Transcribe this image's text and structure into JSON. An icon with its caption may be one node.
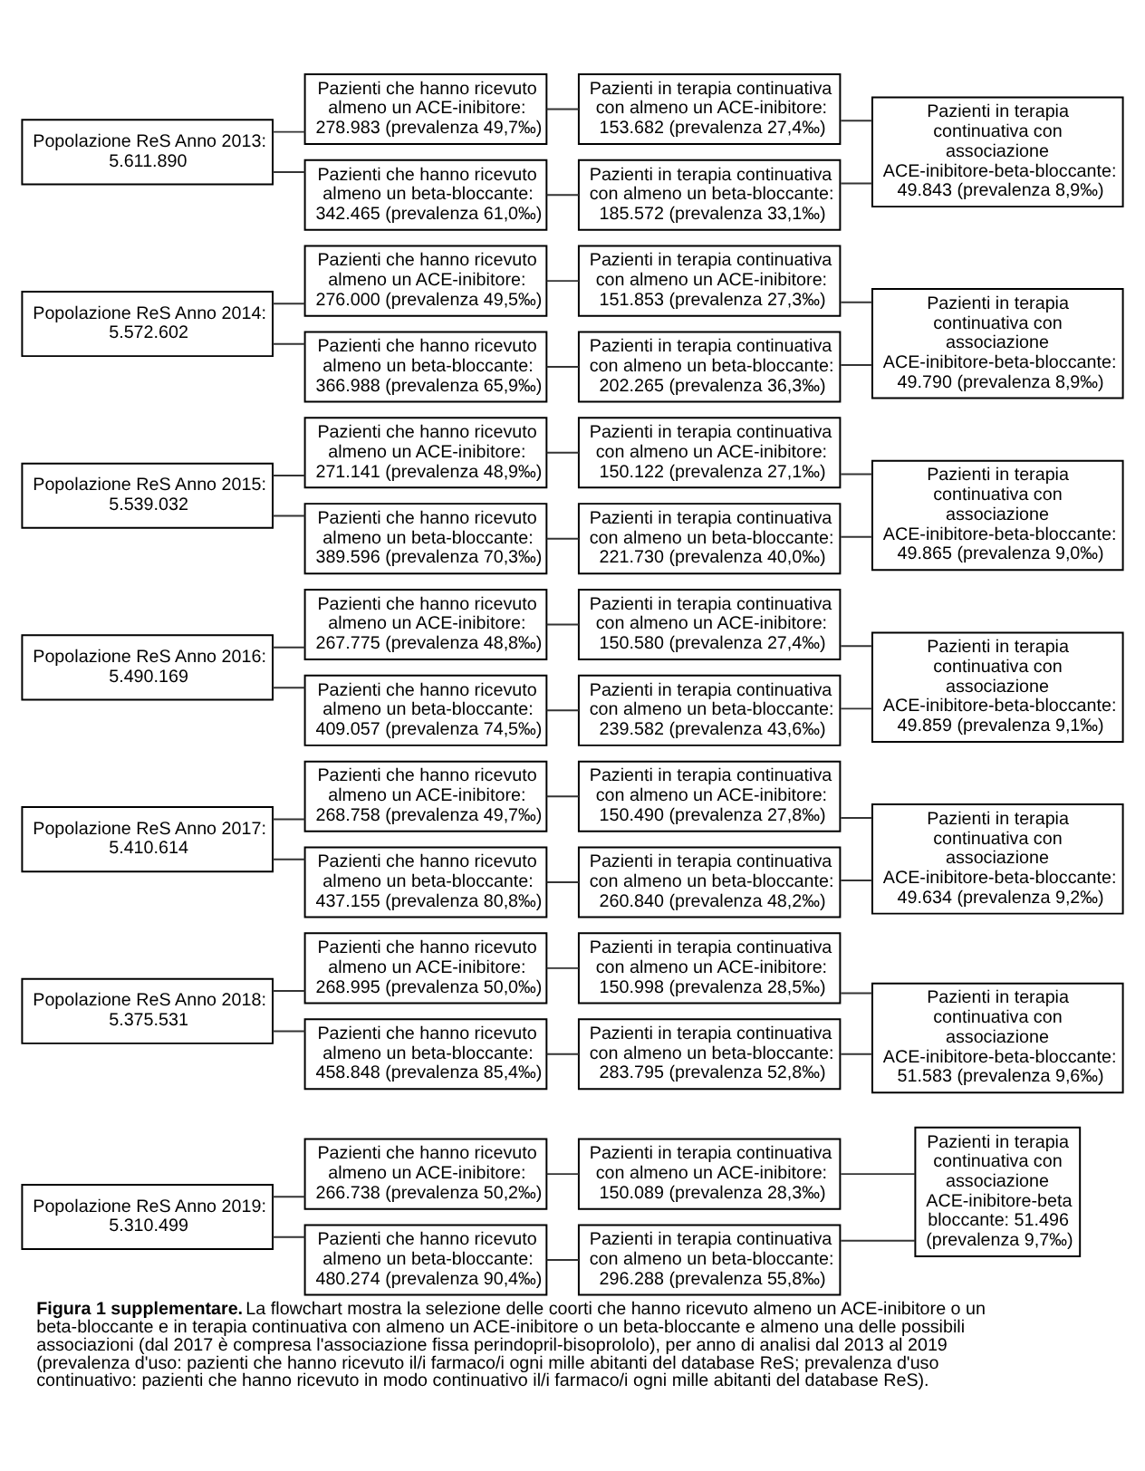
{
  "diagram": {
    "caption": "**Figura 1 supplementare.** La flowchart mostra la selezione delle coorti che hanno ricevuto almeno un ACE-inibitore o un beta-bloccante e in terapia continuativa con almeno un ACE-inibitore o un beta-bloccante e almeno una delle possibili associazioni (dal 2017 è compresa l'associazione fissa perindopril-bisoprololo), per anno di analisi dal 2013 al 2019 (prevalenza d'uso: pazienti che hanno ricevuto il/i farmaco/i ogni mille abitanti del database ReS; prevalenza d'uso continuativo: pazienti che hanno ricevuto in modo continuativo il/i farmaco/i ogni mille abitanti del database ReS).",
    "nodes": [
      {
        "text": [
          "Popolazione ReS Anno 2013: 5.611.890"
        ]
      },
      {
        "text": [
          "Pazienti che hanno ricevuto almeno un ACE-inibitore: 278.983 (prevalenza 49,7‰)"
        ]
      },
      {
        "text": [
          "Pazienti in terapia continuativa con almeno un ACE-inibitore: 153.682 (prevalenza 27,4‰)"
        ]
      },
      {
        "text": [
          "Pazienti in terapia continuativa con associazione ACE-inibitore-beta-bloccante: 49.843 (prevalenza 8,9‰)"
        ]
      },
      {
        "text": [
          "Pazienti che hanno ricevuto almeno un beta-bloccante: 342.465 (prevalenza 61,0‰)"
        ]
      },
      {
        "text": [
          "Pazienti in terapia continuativa con almeno un beta-bloccante: 185.572 (prevalenza 33,1‰)"
        ]
      },
      {
        "text": [
          "Popolazione ReS Anno 2014: 5.572.602"
        ]
      },
      {
        "text": [
          "Pazienti che hanno ricevuto almeno un ACE-inibitore: 276.000 (prevalenza 49,5‰)"
        ]
      },
      {
        "text": [
          "Pazienti in terapia continuativa con almeno un ACE-inibitore: 151.853 (prevalenza 27,3‰)"
        ]
      },
      {
        "text": [
          "Pazienti in terapia continuativa con associazione ACE-inibitore-beta-bloccante: 49.790 (prevalenza 8,9‰)"
        ]
      },
      {
        "text": [
          "Pazienti che hanno ricevuto almeno un beta-bloccante: 366.988 (prevalenza 65,9‰)"
        ]
      },
      {
        "text": [
          "Pazienti in terapia continuativa con almeno un beta-bloccante: 202.265 (prevalenza 36,3‰)"
        ]
      },
      {
        "text": [
          "Popolazione ReS Anno 2015: 5.539.032"
        ]
      },
      {
        "text": [
          "Pazienti che hanno ricevuto almeno un ACE-inibitore: 271.141 (prevalenza 48,9‰)"
        ]
      },
      {
        "text": [
          "Pazienti in terapia continuativa con almeno un ACE-inibitore: 150.122 (prevalenza 27,1‰)"
        ]
      },
      {
        "text": [
          "Pazienti in terapia continuativa con associazione ACE-inibitore-beta-bloccante: 49.865 (prevalenza 9,0‰)"
        ]
      },
      {
        "text": [
          "Pazienti che hanno ricevuto almeno un beta-bloccante: 389.596 (prevalenza 70,3‰)"
        ]
      },
      {
        "text": [
          "Pazienti in terapia continuativa con almeno un beta-bloccante: 221.730 (prevalenza 40,0‰)"
        ]
      },
      {
        "text": [
          "Popolazione ReS Anno 2016: 5.490.169"
        ]
      },
      {
        "text": [
          "Pazienti che hanno ricevuto almeno un ACE-inibitore: 267.775 (prevalenza 48,8‰)"
        ]
      },
      {
        "text": [
          "Pazienti in terapia continuativa con almeno un ACE-inibitore: 150.580 (prevalenza 27,4‰)"
        ]
      },
      {
        "text": [
          "Pazienti in terapia continuativa con associazione ACE-inibitore-beta-bloccante: 49.859 (prevalenza 9,1‰)"
        ]
      },
      {
        "text": [
          "Pazienti che hanno ricevuto almeno un beta-bloccante: 409.057 (prevalenza 74,5‰)"
        ]
      },
      {
        "text": [
          "Pazienti in terapia continuativa con almeno un beta-bloccante: 239.582 (prevalenza 43,6‰)"
        ]
      },
      {
        "text": [
          "Popolazione ReS Anno 2017: 5.410.614"
        ]
      },
      {
        "text": [
          "Pazienti che hanno ricevuto almeno un ACE-inibitore: 268.758 (prevalenza 49,7‰)"
        ]
      },
      {
        "text": [
          "Pazienti in terapia continuativa con almeno un ACE-inibitore: 150.490 (prevalenza 27,8‰)"
        ]
      },
      {
        "text": [
          "Pazienti in terapia continuativa con associazione ACE-inibitore-beta-bloccante: 49.634 (prevalenza 9,2‰)"
        ]
      },
      {
        "text": [
          "Pazienti che hanno ricevuto almeno un beta-bloccante: 437.155 (prevalenza 80,8‰)"
        ]
      },
      {
        "text": [
          "Pazienti in terapia continuativa con almeno un beta-bloccante: 260.840 (prevalenza 48,2‰)"
        ]
      },
      {
        "text": [
          "Popolazione ReS Anno 2018: 5.375.531"
        ]
      },
      {
        "text": [
          "Pazienti che hanno ricevuto almeno un ACE-inibitore: 268.995 (prevalenza 50,0‰)"
        ]
      },
      {
        "text": [
          "Pazienti in terapia continuativa con almeno un ACE-inibitore: 150.998 (prevalenza 28,5‰)"
        ]
      },
      {
        "text": [
          "Pazienti in terapia continuativa con associazione ACE-inibitore-beta-bloccante: 51.583 (prevalenza 9,6‰)"
        ]
      },
      {
        "text": [
          "Pazienti che hanno ricevuto almeno un beta-bloccante: 458.848 (prevalenza 85,4‰)"
        ]
      },
      {
        "text": [
          "Pazienti in terapia continuativa con almeno un beta-bloccante: 283.795 (prevalenza 52,8‰)"
        ]
      },
      {
        "text": [
          "Popolazione ReS Anno 2019: 5.310.499"
        ]
      },
      {
        "text": [
          "Pazienti che hanno ricevuto almeno un ACE-inibitore: 266.738 (prevalenza 50,2‰)"
        ]
      },
      {
        "text": [
          "Pazienti in terapia continuativa con almeno un ACE-inibitore: 150.089 (prevalenza 28,3‰)"
        ]
      },
      {
        "text": [
          "Pazienti in terapia continuativa con associazione ACE-inibitore-beta bloccante: 51.496 (prevalenza 9,7‰)"
        ]
      },
      {
        "text": [
          "Pazienti che hanno ricevuto almeno un beta-bloccante: 480.274 (prevalenza 90,4‰)"
        ]
      },
      {
        "text": [
          "Pazienti in terapia continuativa con almeno un beta-bloccante: 296.288 (prevalenza 55,8‰)"
        ]
      }
    ],
    "edges": [
      {
        "from": 0,
        "to": 1,
        "arrow": "none"
      },
      {
        "from": 0,
        "to": 4,
        "arrow": "none"
      },
      {
        "from": 1,
        "to": 2,
        "arrow": "none"
      },
      {
        "from": 4,
        "to": 5,
        "arrow": "none"
      },
      {
        "from": 2,
        "to": 3,
        "arrow": "none"
      },
      {
        "from": 5,
        "to": 3,
        "arrow": "none"
      },
      {
        "from": 6,
        "to": 7,
        "arrow": "none"
      },
      {
        "from": 6,
        "to": 10,
        "arrow": "none"
      },
      {
        "from": 7,
        "to": 8,
        "arrow": "none"
      },
      {
        "from": 10,
        "to": 11,
        "arrow": "none"
      },
      {
        "from": 8,
        "to": 9,
        "arrow": "none"
      },
      {
        "from": 11,
        "to": 9,
        "arrow": "none"
      },
      {
        "from": 12,
        "to": 13,
        "arrow": "none"
      },
      {
        "from": 12,
        "to": 16,
        "arrow": "none"
      },
      {
        "from": 13,
        "to": 14,
        "arrow": "none"
      },
      {
        "from": 16,
        "to": 17,
        "arrow": "none"
      },
      {
        "from": 14,
        "to": 15,
        "arrow": "none"
      },
      {
        "from": 17,
        "to": 15,
        "arrow": "none"
      },
      {
        "from": 18,
        "to": 19,
        "arrow": "none"
      },
      {
        "from": 18,
        "to": 22,
        "arrow": "none"
      },
      {
        "from": 19,
        "to": 20,
        "arrow": "none"
      },
      {
        "from": 22,
        "to": 23,
        "arrow": "none"
      },
      {
        "from": 20,
        "to": 21,
        "arrow": "none"
      },
      {
        "from": 23,
        "to": 21,
        "arrow": "none"
      },
      {
        "from": 24,
        "to": 25,
        "arrow": "none"
      },
      {
        "from": 24,
        "to": 28,
        "arrow": "none"
      },
      {
        "from": 25,
        "to": 26,
        "arrow": "none"
      },
      {
        "from": 28,
        "to": 29,
        "arrow": "none"
      },
      {
        "from": 26,
        "to": 27,
        "arrow": "none"
      },
      {
        "from": 29,
        "to": 27,
        "arrow": "none"
      },
      {
        "from": 30,
        "to": 31,
        "arrow": "none"
      },
      {
        "from": 30,
        "to": 34,
        "arrow": "none"
      },
      {
        "from": 31,
        "to": 32,
        "arrow": "none"
      },
      {
        "from": 34,
        "to": 35,
        "arrow": "none"
      },
      {
        "from": 32,
        "to": 33,
        "arrow": "none"
      },
      {
        "from": 35,
        "to": 33,
        "arrow": "none"
      },
      {
        "from": 36,
        "to": 37,
        "arrow": "none"
      },
      {
        "from": 36,
        "to": 40,
        "arrow": "none"
      },
      {
        "from": 37,
        "to": 38,
        "arrow": "none"
      },
      {
        "from": 40,
        "to": 41,
        "arrow": "none"
      },
      {
        "from": 38,
        "to": 39,
        "arrow": "none"
      },
      {
        "from": 41,
        "to": 39,
        "arrow": "none"
      }
    ]
  }
}
